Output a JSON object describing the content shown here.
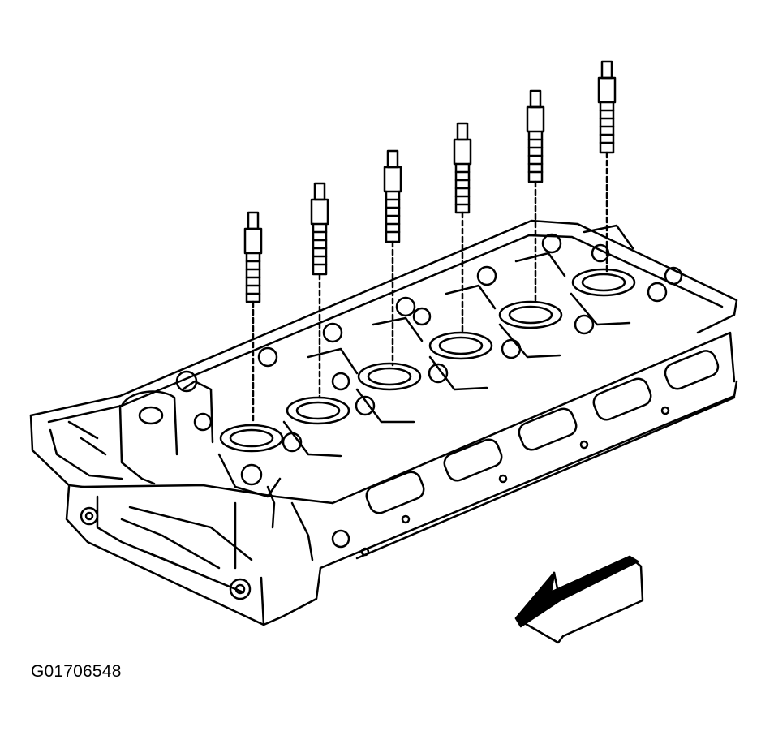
{
  "figure": {
    "id_label": "G01706548",
    "stroke_color": "#000000",
    "background": "#ffffff",
    "spark_plug_count": 6,
    "direction_arrow": "front-of-engine-arrow"
  }
}
